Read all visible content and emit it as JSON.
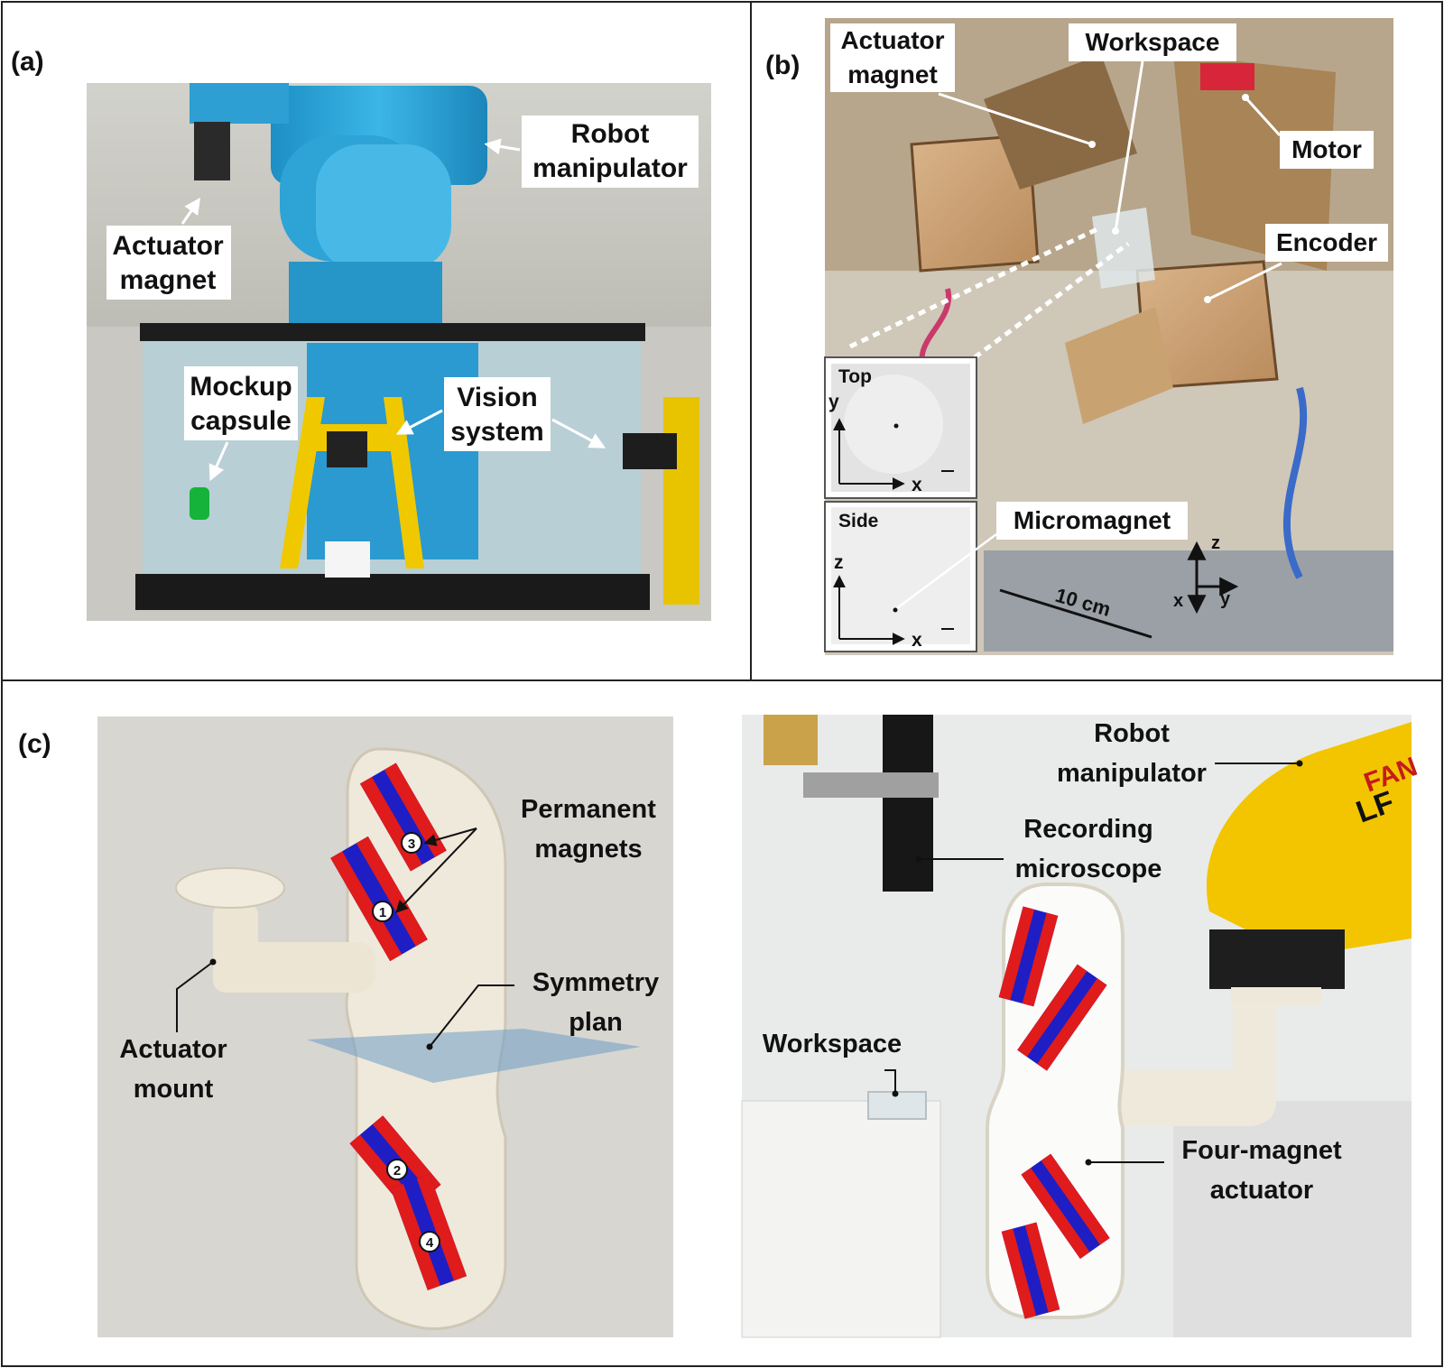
{
  "panel_a": {
    "label": "(a)",
    "callouts": {
      "robot_manipulator": [
        "Robot",
        "manipulator"
      ],
      "actuator_magnet": [
        "Actuator",
        "magnet"
      ],
      "mockup_capsule": [
        "Mockup",
        "capsule"
      ],
      "vision_system": [
        "Vision",
        "system"
      ]
    }
  },
  "panel_b": {
    "label": "(b)",
    "callouts": {
      "actuator_magnet": [
        "Actuator",
        "magnet"
      ],
      "workspace": "Workspace",
      "motor": "Motor",
      "encoder": "Encoder",
      "micromagnet": "Micromagnet"
    },
    "inset_top": {
      "title": "Top",
      "y_axis": "y",
      "x_axis": "x"
    },
    "inset_side": {
      "title": "Side",
      "z_axis": "z",
      "x_axis": "x"
    },
    "axes": {
      "z": "z",
      "x": "x",
      "y": "y"
    },
    "scale": "10 cm"
  },
  "panel_c": {
    "label": "(c)",
    "left": {
      "permanent_magnets": [
        "Permanent",
        "magnets"
      ],
      "symmetry_plan": [
        "Symmetry",
        "plan"
      ],
      "actuator_mount": [
        "Actuator",
        "mount"
      ],
      "magnet_numbers": [
        "1",
        "2",
        "3",
        "4"
      ]
    },
    "right": {
      "robot_manipulator": [
        "Robot",
        "manipulator"
      ],
      "recording_microscope": [
        "Recording",
        "microscope"
      ],
      "workspace": "Workspace",
      "four_magnet_actuator": [
        "Four-magnet",
        "actuator"
      ],
      "brand_text": [
        "FAN",
        "LF"
      ]
    }
  },
  "colors": {
    "magnet_red": "#e01b1b",
    "magnet_blue": "#1e1ec4",
    "robot_blue": "#29a3d8",
    "robot_yellow": "#f2c500"
  }
}
